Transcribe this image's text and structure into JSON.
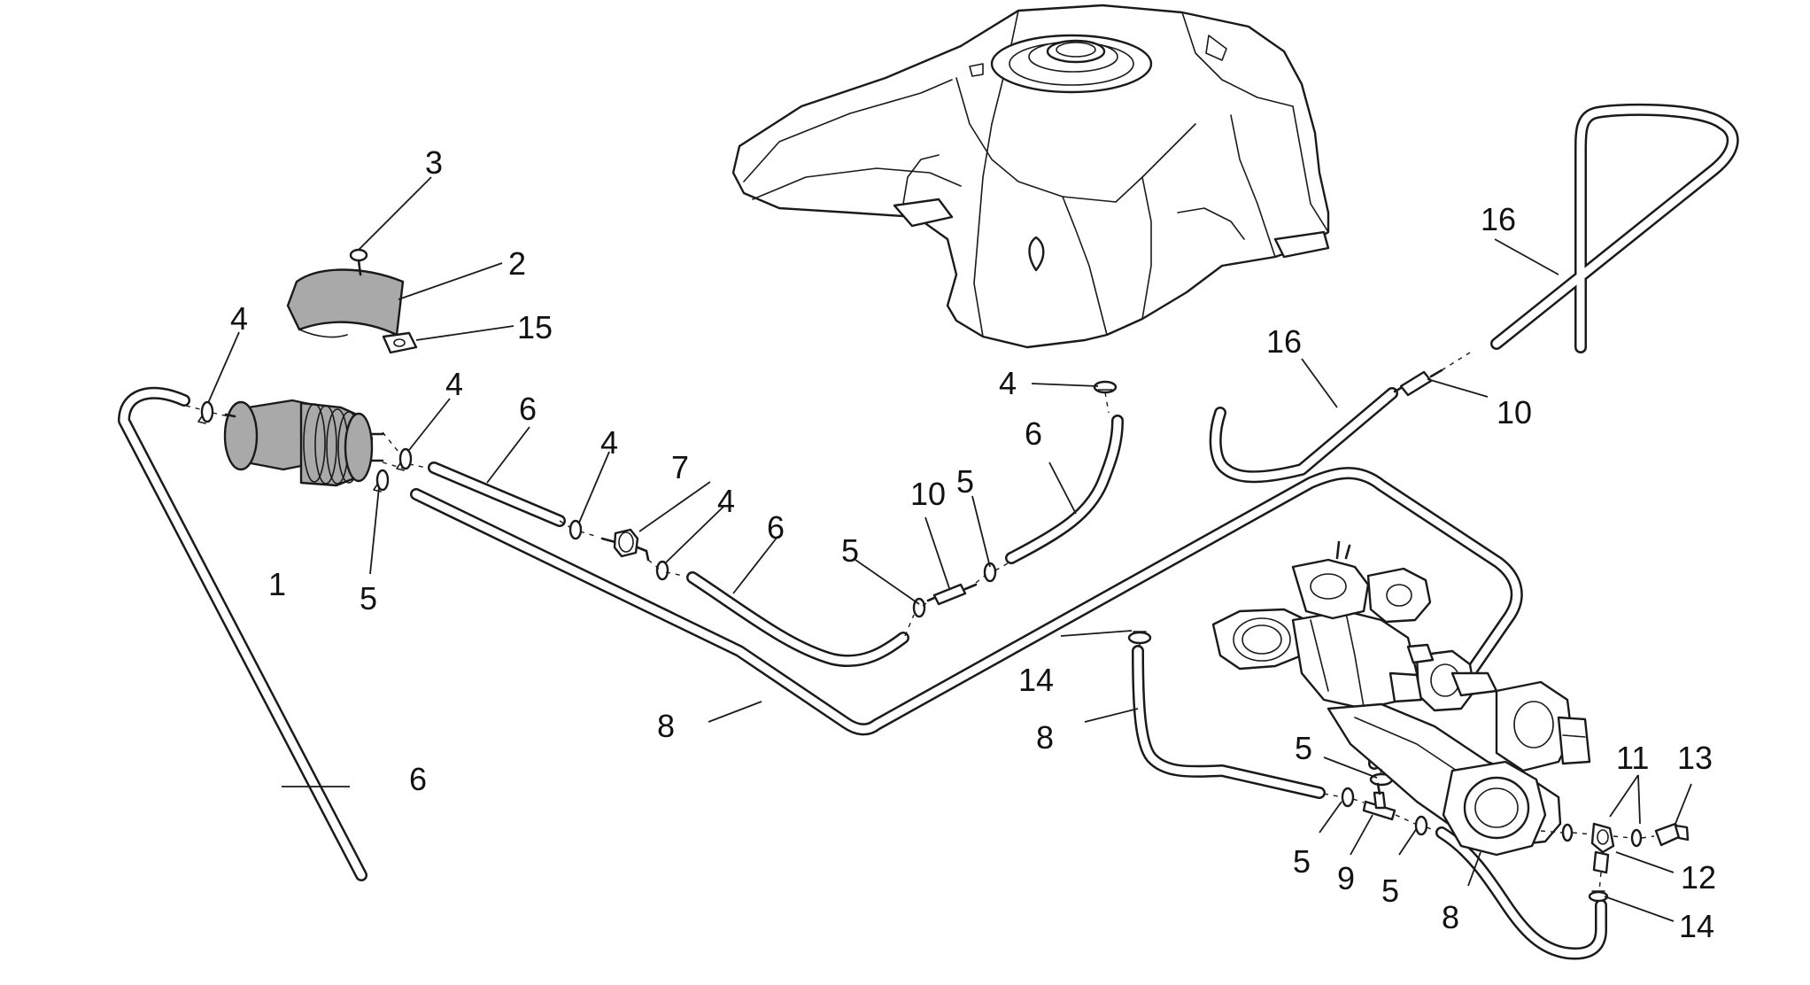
{
  "callouts": [
    {
      "id": "c1",
      "text": "1"
    },
    {
      "id": "c2",
      "text": "2"
    },
    {
      "id": "c3",
      "text": "3"
    },
    {
      "id": "c4a",
      "text": "4"
    },
    {
      "id": "c4b",
      "text": "4"
    },
    {
      "id": "c4c",
      "text": "4"
    },
    {
      "id": "c4d",
      "text": "4"
    },
    {
      "id": "c4e",
      "text": "4"
    },
    {
      "id": "c5a",
      "text": "5"
    },
    {
      "id": "c5b",
      "text": "5"
    },
    {
      "id": "c5c",
      "text": "5"
    },
    {
      "id": "c5d",
      "text": "5"
    },
    {
      "id": "c5e",
      "text": "5"
    },
    {
      "id": "c5f",
      "text": "5"
    },
    {
      "id": "c6a",
      "text": "6"
    },
    {
      "id": "c6b",
      "text": "6"
    },
    {
      "id": "c6c",
      "text": "6"
    },
    {
      "id": "c6d",
      "text": "6"
    },
    {
      "id": "c7",
      "text": "7"
    },
    {
      "id": "c8a",
      "text": "8"
    },
    {
      "id": "c8b",
      "text": "8"
    },
    {
      "id": "c8c",
      "text": "8"
    },
    {
      "id": "c9",
      "text": "9"
    },
    {
      "id": "c10a",
      "text": "10"
    },
    {
      "id": "c10b",
      "text": "10"
    },
    {
      "id": "c11",
      "text": "11"
    },
    {
      "id": "c12",
      "text": "12"
    },
    {
      "id": "c13",
      "text": "13"
    },
    {
      "id": "c14a",
      "text": "14"
    },
    {
      "id": "c14b",
      "text": "14"
    },
    {
      "id": "c15",
      "text": "15"
    },
    {
      "id": "c16a",
      "text": "16"
    },
    {
      "id": "c16b",
      "text": "16"
    }
  ]
}
